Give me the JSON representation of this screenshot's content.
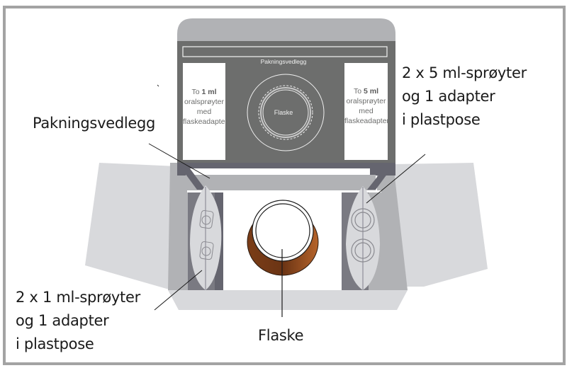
{
  "figure": {
    "lid": {
      "title": "Pakningsvedlegg",
      "center_label": "Flaske",
      "left_card": {
        "prefix": "To ",
        "bold": "1 ml",
        "lines": [
          "oralsprøyter",
          "med",
          "flaskeadapter"
        ]
      },
      "right_card": {
        "prefix": "To ",
        "bold": "5 ml",
        "lines": [
          "oralsprøyter",
          "med",
          "flaskeadapter"
        ]
      }
    },
    "callouts": {
      "leaflet": {
        "lines": [
          "Pakningsvedlegg"
        ]
      },
      "syringes_5ml": {
        "lines": [
          "2 x 5 ml-sprøyter",
          "og 1 adapter",
          "i plastpose"
        ]
      },
      "syringes_1ml": {
        "lines": [
          "2 x 1 ml-sprøyter",
          "og 1 adapter",
          "i plastpose"
        ]
      },
      "bottle": {
        "lines": [
          "Flaske"
        ]
      }
    },
    "colors": {
      "frame": "#a3a3a3",
      "lid_top": "#b1b2b5",
      "lid_panel": "#6d6e6d",
      "box_inner_dark": "#65656f",
      "box_side": "#b1b2b5",
      "flap": "#d8d9dc",
      "bottle_brown": "#9a5526",
      "leader_line": "#1a1a1a"
    }
  }
}
